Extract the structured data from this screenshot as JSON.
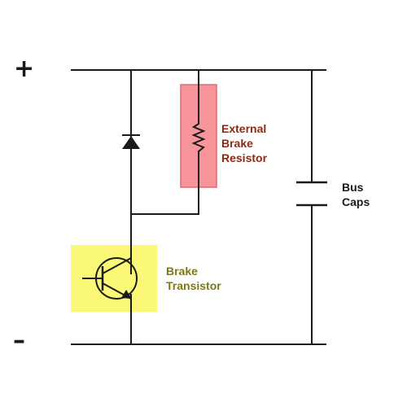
{
  "rails": {
    "plus": "+",
    "minus": "–"
  },
  "resistor": {
    "line1": "External",
    "line2": "Brake",
    "line3": "Resistor"
  },
  "transistor": {
    "line1": "Brake",
    "line2": "Transistor"
  },
  "capacitor": {
    "line1": "Bus",
    "line2": "Caps"
  },
  "icons": [
    "diode-icon",
    "resistor-icon",
    "capacitor-icon",
    "npn-transistor-icon"
  ],
  "colors": {
    "wire": "#1a1a1a",
    "resistor_highlight_fill": "#f7959a",
    "resistor_highlight_stroke": "#e06a70",
    "resistor_text": "#8b2a14",
    "transistor_highlight": "#fbf777",
    "transistor_text": "#7a7a10",
    "capacitor_text": "#1a1a1a"
  }
}
